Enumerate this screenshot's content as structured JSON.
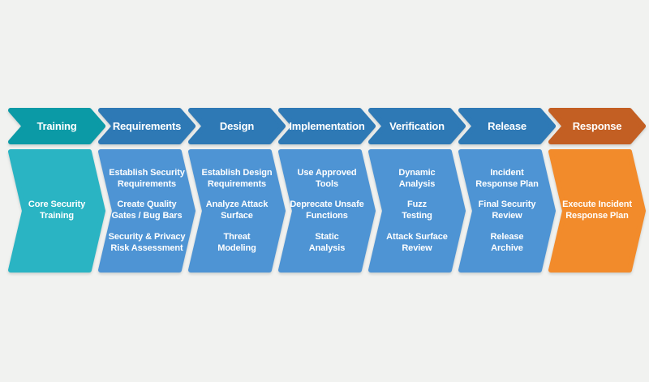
{
  "background_color": "#F1F2F0",
  "text_color": "#FFFFFF",
  "phases": [
    {
      "id": "training",
      "label": "Training",
      "colors": {
        "header": "#0B9AA6",
        "body": "#2AB4C3"
      },
      "items": [
        "Core Security\nTraining"
      ]
    },
    {
      "id": "requirements",
      "label": "Requirements",
      "colors": {
        "header": "#2E79B5",
        "body": "#4E94D4"
      },
      "items": [
        "Establish Security\nRequirements",
        "Create Quality\nGates / Bug Bars",
        "Security & Privacy\nRisk Assessment"
      ]
    },
    {
      "id": "design",
      "label": "Design",
      "colors": {
        "header": "#2E79B5",
        "body": "#4E94D4"
      },
      "items": [
        "Establish Design\nRequirements",
        "Analyze Attack\nSurface",
        "Threat\nModeling"
      ]
    },
    {
      "id": "implementation",
      "label": "Implementation",
      "colors": {
        "header": "#2E79B5",
        "body": "#4E94D4"
      },
      "items": [
        "Use Approved\nTools",
        "Deprecate Unsafe\nFunctions",
        "Static\nAnalysis"
      ]
    },
    {
      "id": "verification",
      "label": "Verification",
      "colors": {
        "header": "#2E79B5",
        "body": "#4E94D4"
      },
      "items": [
        "Dynamic\nAnalysis",
        "Fuzz\nTesting",
        "Attack Surface\nReview"
      ]
    },
    {
      "id": "release",
      "label": "Release",
      "colors": {
        "header": "#2E79B5",
        "body": "#4E94D4"
      },
      "items": [
        "Incident\nResponse Plan",
        "Final Security\nReview",
        "Release\nArchive"
      ]
    },
    {
      "id": "response",
      "label": "Response",
      "colors": {
        "header": "#C35F23",
        "body": "#F28B2B"
      },
      "items": [
        "Execute Incident\nResponse Plan"
      ]
    }
  ]
}
